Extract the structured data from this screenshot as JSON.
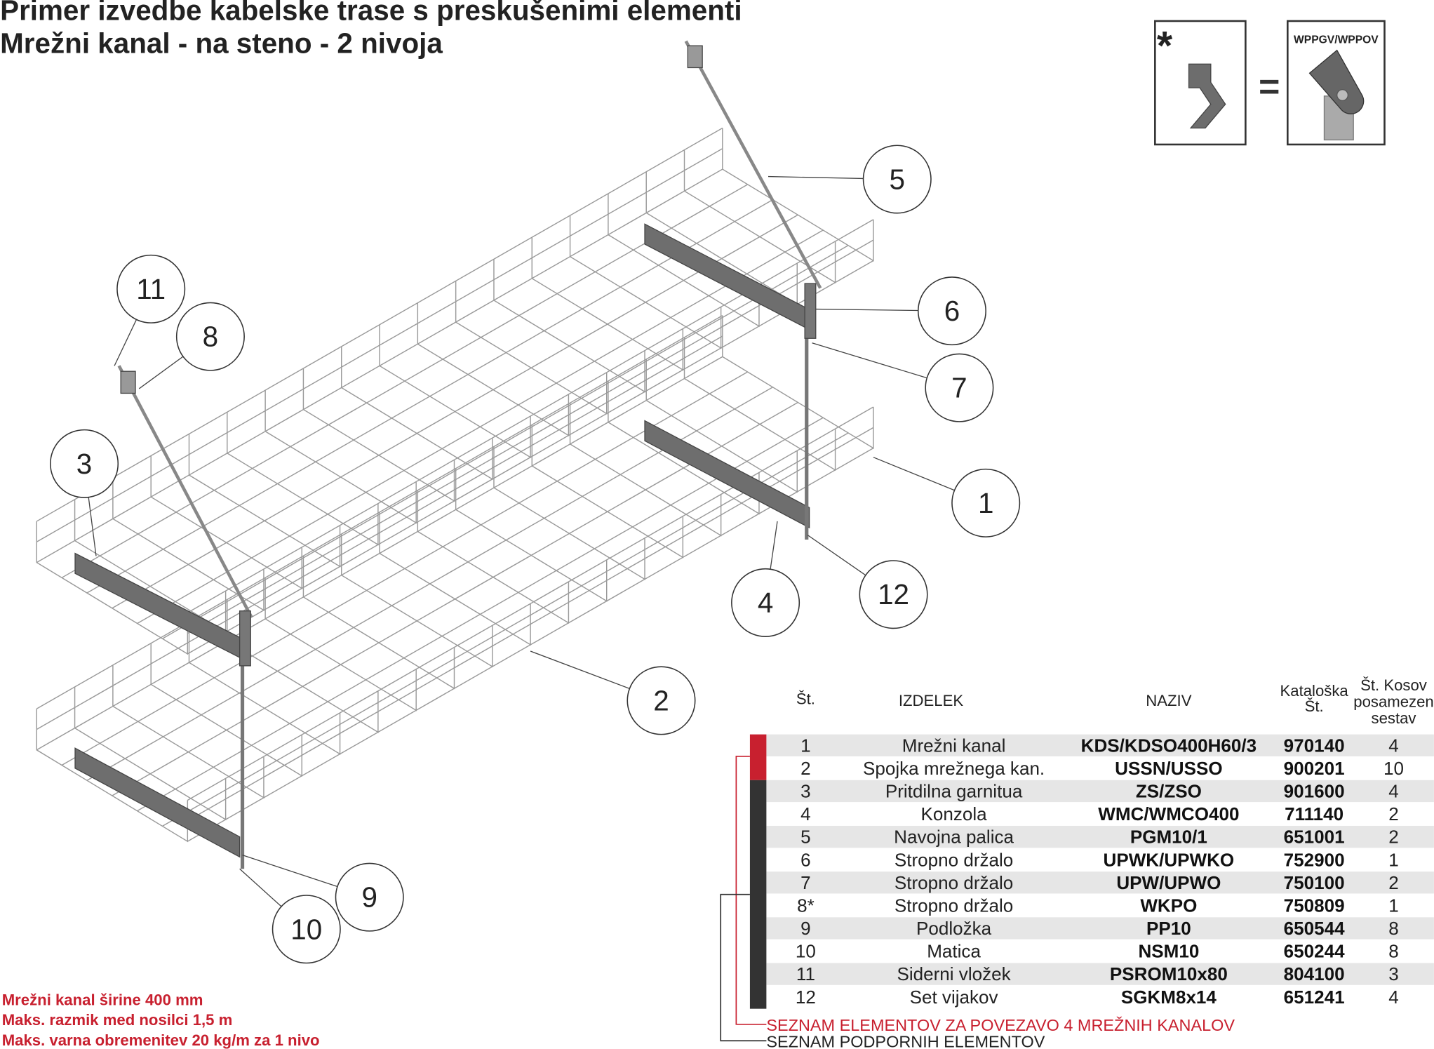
{
  "title": {
    "line1": "Primer izvedbe kabelske trase s preskušenimi elementi",
    "line2": "Mrežni kanal - na steno - 2 nivoja"
  },
  "inset": {
    "asterisk": "*",
    "equals": "=",
    "label": "WPPGV/WPPOV"
  },
  "callouts": [
    "1",
    "2",
    "3",
    "4",
    "5",
    "6",
    "7",
    "8",
    "9",
    "10",
    "11",
    "12"
  ],
  "table": {
    "headers": {
      "no": "Št.",
      "product": "IZDELEK",
      "name": "NAZIV",
      "cat1": "Kataloška",
      "cat2": "Št.",
      "qty1": "Št. Kosov",
      "qty2": "posamezen",
      "qty3": "sestav"
    },
    "rows": [
      {
        "no": "1",
        "product": "Mrežni kanal",
        "name": "KDS/KDSO400H60/3",
        "cat": "970140",
        "qty": "4"
      },
      {
        "no": "2",
        "product": "Spojka mrežnega kan.",
        "name": "USSN/USSO",
        "cat": "900201",
        "qty": "10"
      },
      {
        "no": "3",
        "product": "Pritdilna garnitua",
        "name": "ZS/ZSO",
        "cat": "901600",
        "qty": "4"
      },
      {
        "no": "4",
        "product": "Konzola",
        "name": "WMC/WMCO400",
        "cat": "711140",
        "qty": "2"
      },
      {
        "no": "5",
        "product": "Navojna palica",
        "name": "PGM10/1",
        "cat": "651001",
        "qty": "2"
      },
      {
        "no": "6",
        "product": "Stropno držalo",
        "name": "UPWK/UPWKO",
        "cat": "752900",
        "qty": "1"
      },
      {
        "no": "7",
        "product": "Stropno držalo",
        "name": "UPW/UPWO",
        "cat": "750100",
        "qty": "2"
      },
      {
        "no": "8*",
        "product": "Stropno držalo",
        "name": "WKPO",
        "cat": "750809",
        "qty": "1"
      },
      {
        "no": "9",
        "product": "Podložka",
        "name": "PP10",
        "cat": "650544",
        "qty": "8"
      },
      {
        "no": "10",
        "product": "Matica",
        "name": "NSM10",
        "cat": "650244",
        "qty": "8"
      },
      {
        "no": "11",
        "product": "Siderni vložek",
        "name": "PSROM10x80",
        "cat": "804100",
        "qty": "3"
      },
      {
        "no": "12",
        "product": "Set vijakov",
        "name": "SGKM8x14",
        "cat": "651241",
        "qty": "4"
      }
    ],
    "legend_red": "SEZNAM ELEMENTOV ZA POVEZAVO 4 MREŽNIH KANALOV",
    "legend_black": "SEZNAM PODPORNIH ELEMENTOV"
  },
  "notes": [
    "Mrežni kanal širine 400 mm",
    "Maks. razmik med nosilci 1,5 m",
    "Maks. varna obremenitev 20 kg/m za 1 nivo"
  ],
  "colors": {
    "red": "#c8202f",
    "dark": "#333333",
    "rowgray": "#e6e6e6"
  }
}
